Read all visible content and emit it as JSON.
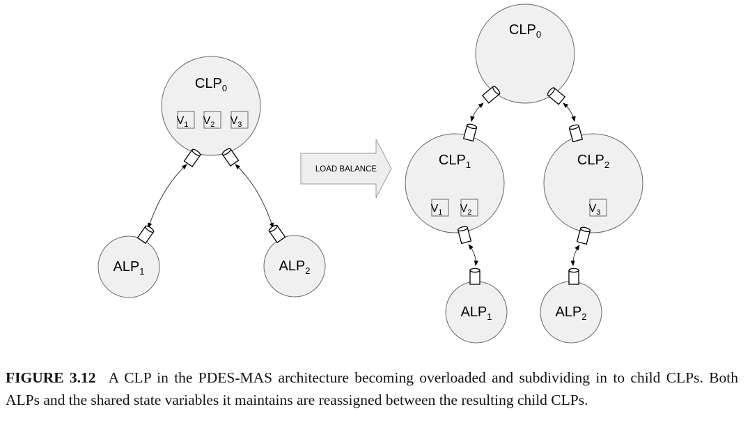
{
  "diagram": {
    "arrow_label": "LOAD BALANCE",
    "before": {
      "clp": {
        "base": "CLP",
        "sub": "0"
      },
      "variables": [
        {
          "base": "V",
          "sub": "1"
        },
        {
          "base": "V",
          "sub": "2"
        },
        {
          "base": "V",
          "sub": "3"
        }
      ],
      "alps": [
        {
          "base": "ALP",
          "sub": "1"
        },
        {
          "base": "ALP",
          "sub": "2"
        }
      ]
    },
    "after": {
      "root": {
        "base": "CLP",
        "sub": "0"
      },
      "children": [
        {
          "clp": {
            "base": "CLP",
            "sub": "1"
          },
          "variables": [
            {
              "base": "V",
              "sub": "1"
            },
            {
              "base": "V",
              "sub": "2"
            }
          ],
          "alp": {
            "base": "ALP",
            "sub": "1"
          }
        },
        {
          "clp": {
            "base": "CLP",
            "sub": "2"
          },
          "variables": [
            {
              "base": "V",
              "sub": "3"
            }
          ],
          "alp": {
            "base": "ALP",
            "sub": "2"
          }
        }
      ]
    }
  },
  "caption": {
    "label": "FIGURE 3.12",
    "part1": "A CLP in the ",
    "smallcaps": "PDES-MAS",
    "part2": " architecture becoming overloaded and subdividing in to child CLPs. Both ALPs and the shared state variables it maintains are reassigned between the resulting child CLPs."
  }
}
